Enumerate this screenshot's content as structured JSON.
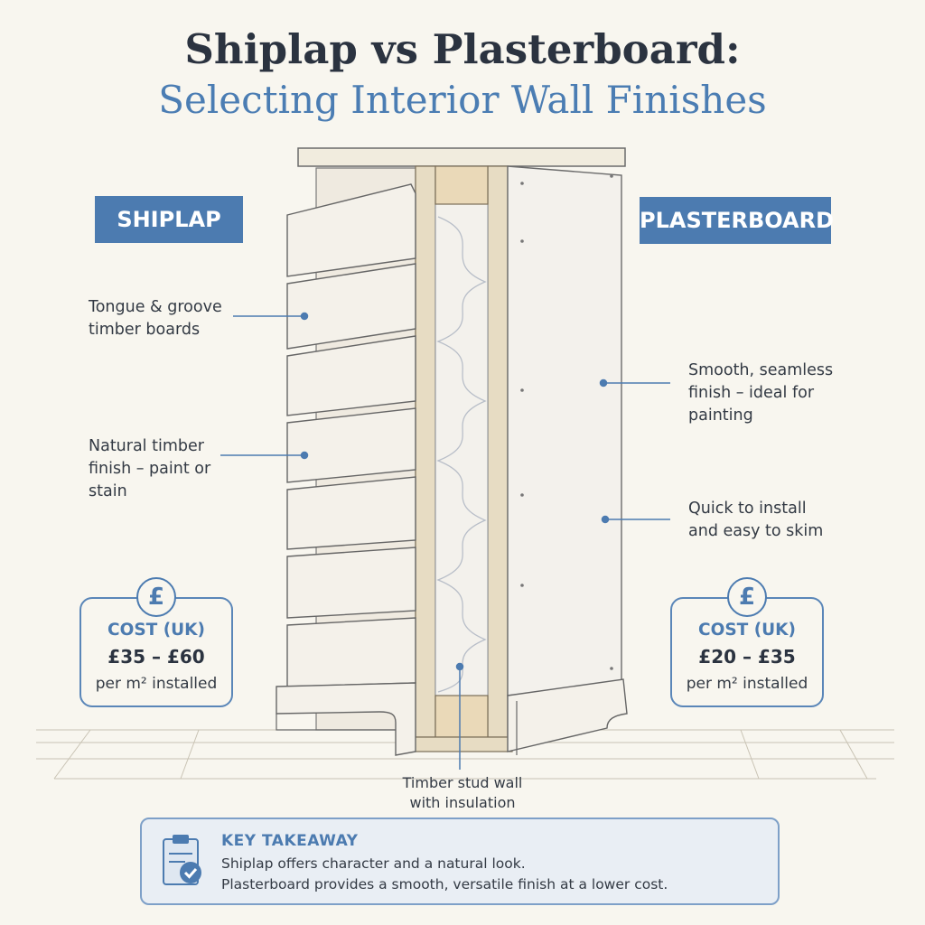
{
  "title": {
    "line1": "Shiplap vs Plasterboard:",
    "line2": "Selecting Interior Wall Finishes"
  },
  "shiplap": {
    "label": "SHIPLAP",
    "notes": [
      "Tongue & groove timber boards",
      "Natural timber finish – paint or stain"
    ],
    "cost": {
      "label": "COST (UK)",
      "value": "£35 – £60",
      "unit": "per m² installed"
    }
  },
  "plasterboard": {
    "label": "PLASTERBOARD",
    "notes": [
      "Smooth, seamless finish – ideal for painting",
      "Quick to install and easy to skim"
    ],
    "cost": {
      "label": "COST (UK)",
      "value": "£20 – £35",
      "unit": "per m² installed"
    }
  },
  "currency_symbol": "£",
  "stud": {
    "line1": "Timber stud wall",
    "line2": "with insulation"
  },
  "takeaway": {
    "title": "KEY TAKEAWAY",
    "line1": "Shiplap offers character and a natural look.",
    "line2": "Plasterboard provides a smooth, versatile finish at a lower cost."
  },
  "colors": {
    "accent": "#4c7bb0",
    "title": "#2b3340",
    "background": "#f8f6ef"
  },
  "icons": [
    "pound-icon",
    "clipboard-check-icon"
  ]
}
